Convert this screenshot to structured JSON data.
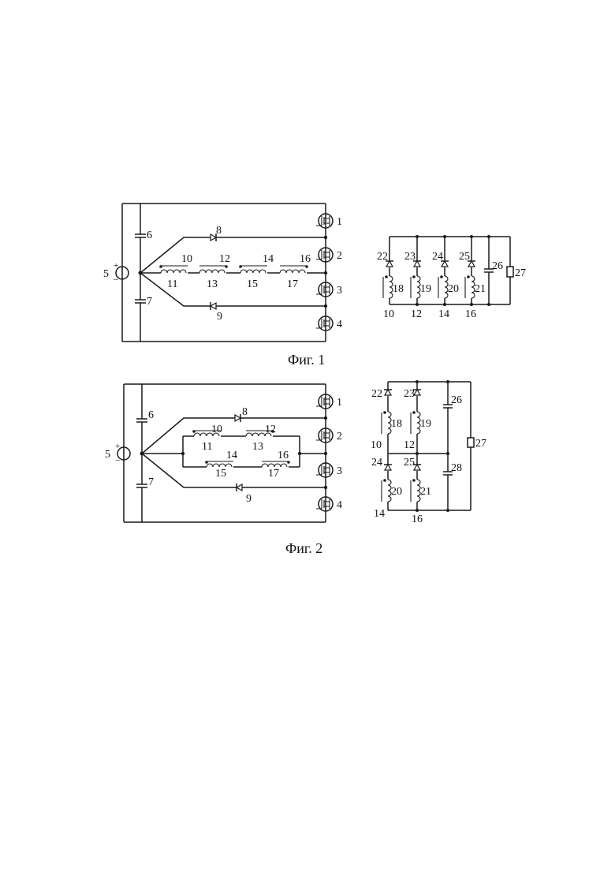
{
  "figures": [
    {
      "caption": "Фиг. 1",
      "source": {
        "label": "5",
        "plus": "+",
        "minus": "−"
      },
      "capacitors": [
        "6",
        "7"
      ],
      "diodes": [
        "8",
        "9"
      ],
      "transistors": [
        "1",
        "2",
        "3",
        "4"
      ],
      "windings": {
        "top": [
          "10",
          "12",
          "14",
          "16"
        ],
        "bottom": [
          "11",
          "13",
          "15",
          "17"
        ]
      },
      "rectifier": {
        "diodes": [
          "22",
          "23",
          "24",
          "25"
        ],
        "coils": [
          "18",
          "19",
          "20",
          "21"
        ],
        "cores": [
          "10",
          "12",
          "14",
          "16"
        ],
        "capacitor": "26",
        "load": "27"
      }
    },
    {
      "caption": "Фиг. 2",
      "source": {
        "label": "5",
        "plus": "+",
        "minus": "−"
      },
      "capacitors": [
        "6",
        "7"
      ],
      "diodes": [
        "8",
        "9"
      ],
      "transistors": [
        "1",
        "2",
        "3",
        "4"
      ],
      "windings": {
        "row1_top": [
          "10",
          "12"
        ],
        "row1_bottom": [
          "11",
          "13"
        ],
        "row2_top": [
          "14",
          "16"
        ],
        "row2_bottom": [
          "15",
          "17"
        ]
      },
      "rectifier": {
        "diodes": [
          "22",
          "23",
          "24",
          "25"
        ],
        "coils": [
          "18",
          "19",
          "20",
          "21"
        ],
        "cores": [
          "10",
          "12",
          "14",
          "16"
        ],
        "capacitors": [
          "26",
          "28"
        ],
        "load": "27"
      }
    }
  ]
}
